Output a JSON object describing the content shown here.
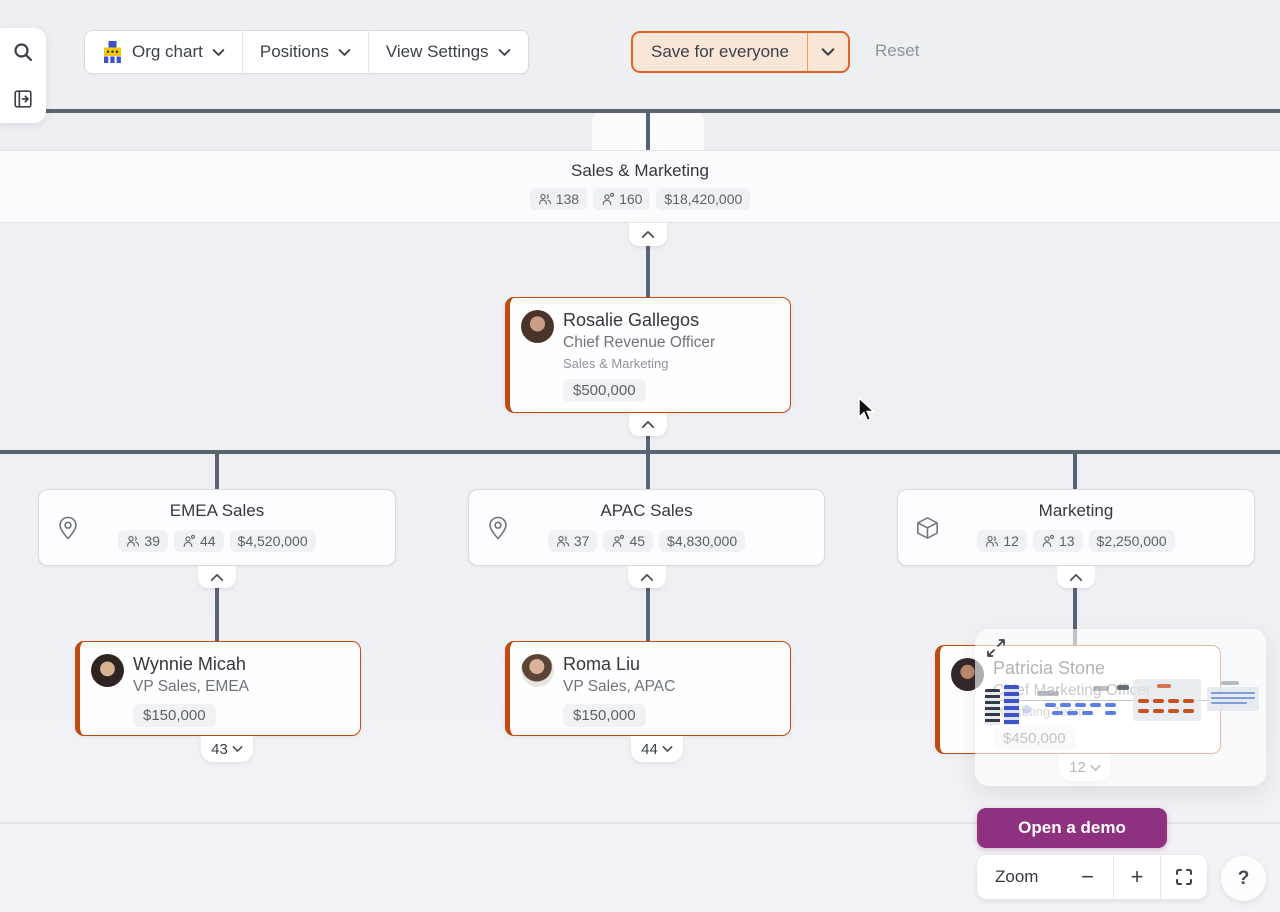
{
  "toolbar": {
    "org_chart_label": "Org chart",
    "positions_label": "Positions",
    "view_settings_label": "View Settings",
    "save_label": "Save for everyone",
    "reset_label": "Reset"
  },
  "chart": {
    "root_department": {
      "name": "Sales & Marketing",
      "members": "138",
      "open_positions": "160",
      "budget": "$18,420,000"
    },
    "manager": {
      "name": "Rosalie Gallegos",
      "title": "Chief Revenue Officer",
      "department": "Sales & Marketing",
      "salary": "$500,000"
    },
    "departments": [
      {
        "name": "EMEA Sales",
        "icon": "location-pin-icon",
        "members": "39",
        "open_positions": "44",
        "budget": "$4,520,000",
        "lead": {
          "name": "Wynnie Micah",
          "title": "VP Sales, EMEA",
          "salary": "$150,000",
          "reports_count": "43"
        }
      },
      {
        "name": "APAC Sales",
        "icon": "location-pin-icon",
        "members": "37",
        "open_positions": "45",
        "budget": "$4,830,000",
        "lead": {
          "name": "Roma Liu",
          "title": "VP Sales, APAC",
          "salary": "$150,000",
          "reports_count": "44"
        }
      },
      {
        "name": "Marketing",
        "icon": "cube-icon",
        "members": "12",
        "open_positions": "13",
        "budget": "$2,250,000",
        "lead": {
          "name": "Patricia Stone",
          "title": "Chief Marketing Officer",
          "department": "Marketing Team",
          "salary": "$450,000",
          "reports_count": "12"
        }
      }
    ]
  },
  "footer": {
    "demo_label": "Open a demo",
    "zoom_label": "Zoom",
    "zoom_out": "−",
    "zoom_in": "+",
    "help_label": "?"
  },
  "colors": {
    "accent_orange": "#C04B10",
    "save_button_bg": "#F9E6D7",
    "save_button_border": "#DB6524",
    "demo_purple": "#8E3180",
    "rail_gray": "#5A6370",
    "badge_bg": "#F0F1F5"
  },
  "icons": {
    "search": "magnifier",
    "panel-open": "square-arrow-right",
    "chevron-down": "v",
    "chevron-up": "^",
    "members": "two-people",
    "open-positions": "person-with-ring",
    "location-pin": "map-pin",
    "cube": "3d-box",
    "expand": "diagonal-arrows",
    "fullscreen": "corner-brackets",
    "help": "question-mark"
  }
}
